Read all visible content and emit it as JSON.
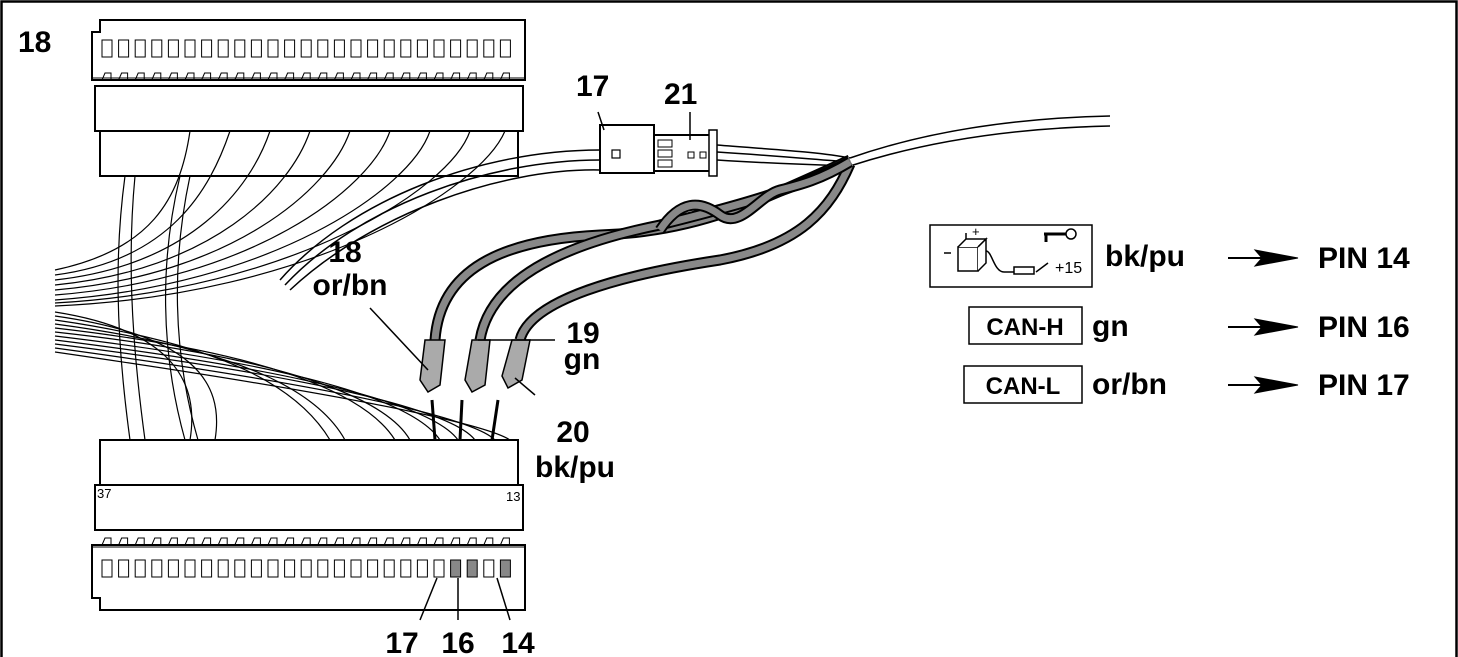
{
  "figure_number": "18",
  "callouts": {
    "c17": "17",
    "c21": "21",
    "c18_num": "18",
    "c18_color": "or/bn",
    "c19_num": "19",
    "c19_color": "gn",
    "c20_num": "20",
    "c20_color": "bk/pu"
  },
  "connector": {
    "pin_left": "37",
    "pin_right": "13"
  },
  "pin_labels": [
    "17",
    "16",
    "14"
  ],
  "legend": {
    "rows": [
      {
        "signal_box": "",
        "icon": "battery-ignition-key-icon",
        "icon_text": "+15",
        "color": "bk/pu",
        "pin": "PIN 14"
      },
      {
        "signal_box": "CAN-H",
        "icon": "",
        "icon_text": "",
        "color": "gn",
        "pin": "PIN 16"
      },
      {
        "signal_box": "CAN-L",
        "icon": "",
        "icon_text": "",
        "color": "or/bn",
        "pin": "PIN 17"
      }
    ]
  }
}
